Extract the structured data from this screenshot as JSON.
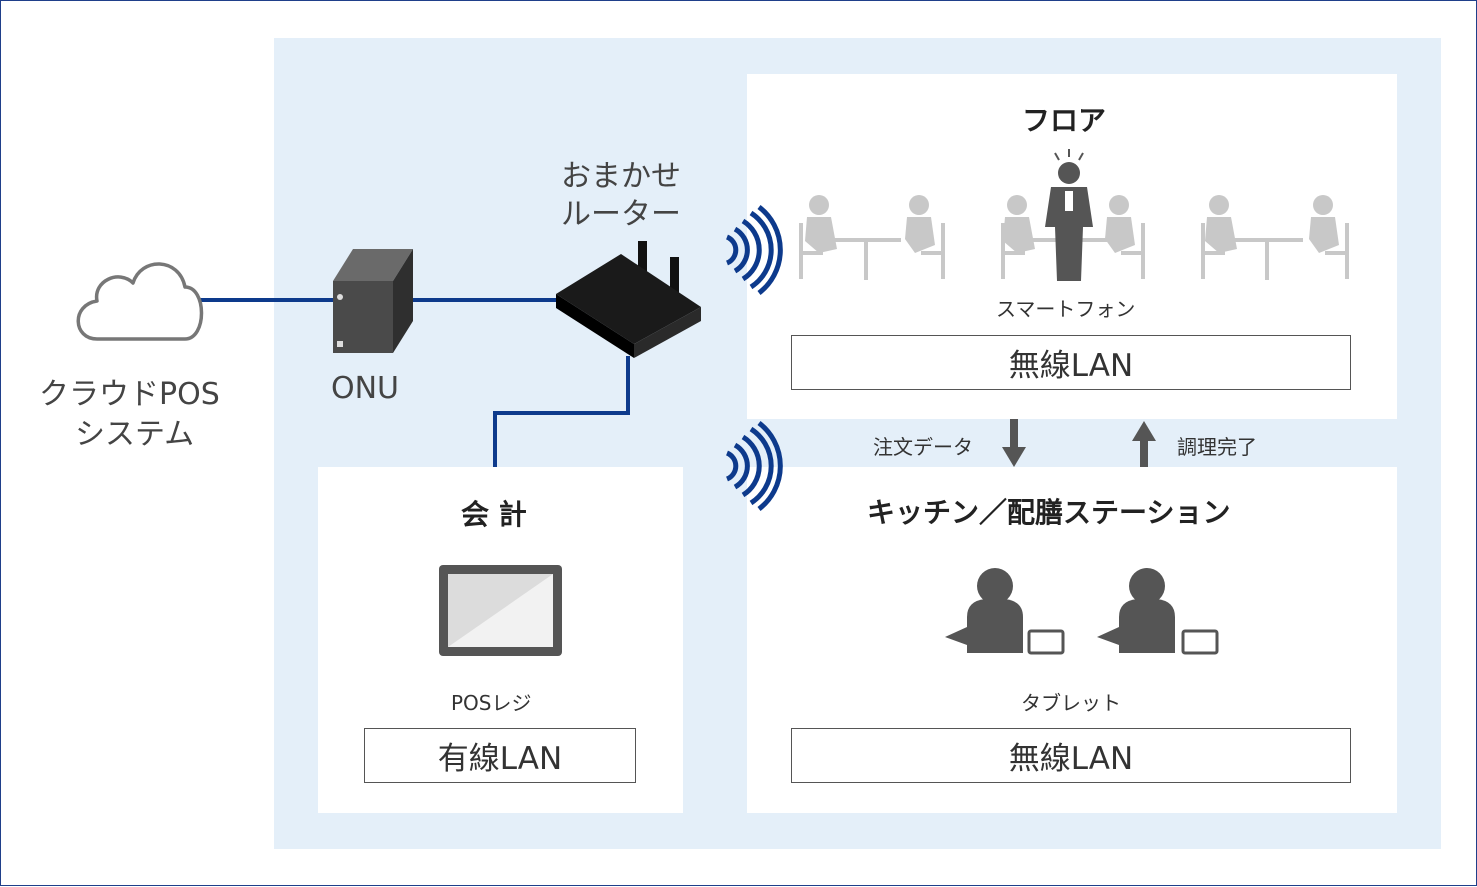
{
  "cloud": {
    "line1": "クラウドPOS",
    "line2": "システム"
  },
  "onu": {
    "label": "ONU"
  },
  "router": {
    "line1": "おまかせ",
    "line2": "ルーター"
  },
  "floor": {
    "title": "フロア",
    "device_label": "スマートフォン",
    "lan": "無線LAN"
  },
  "flow": {
    "down_label": "注文データ",
    "up_label": "調理完了"
  },
  "kitchen": {
    "title": "キッチン／配膳ステーション",
    "device_label": "タブレット",
    "lan": "無線LAN"
  },
  "register": {
    "title": "会 計",
    "device_label": "POSレジ",
    "lan": "有線LAN"
  },
  "colors": {
    "line": "#0d3a8c",
    "wifi": "#0d3a8c",
    "area_bg": "#e4eff9",
    "figure": "#555555",
    "figure_light": "#c8c8c8"
  }
}
